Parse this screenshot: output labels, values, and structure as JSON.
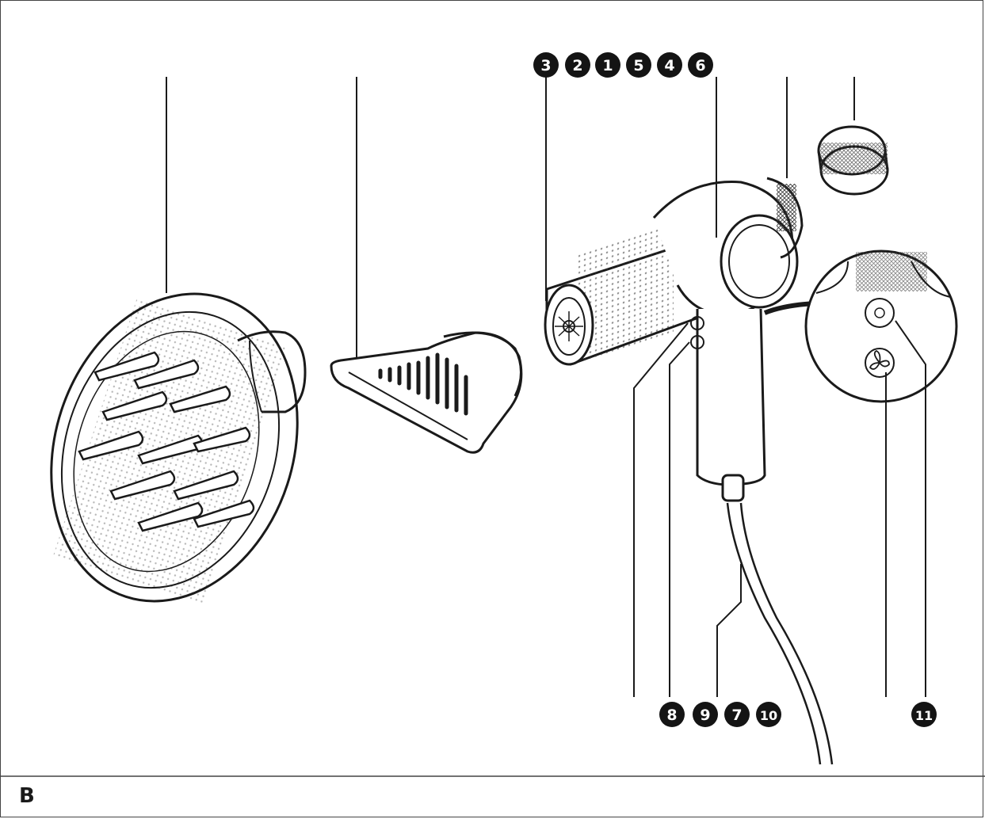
{
  "figure_label": "B",
  "callouts_top": [
    "3",
    "2",
    "1",
    "5",
    "4",
    "6"
  ],
  "callouts_bottom": [
    "8",
    "9",
    "7",
    "10"
  ],
  "callout_right": "11",
  "colors": {
    "ink": "#1a1a1a",
    "badge": "#141414",
    "border": "#444444"
  }
}
